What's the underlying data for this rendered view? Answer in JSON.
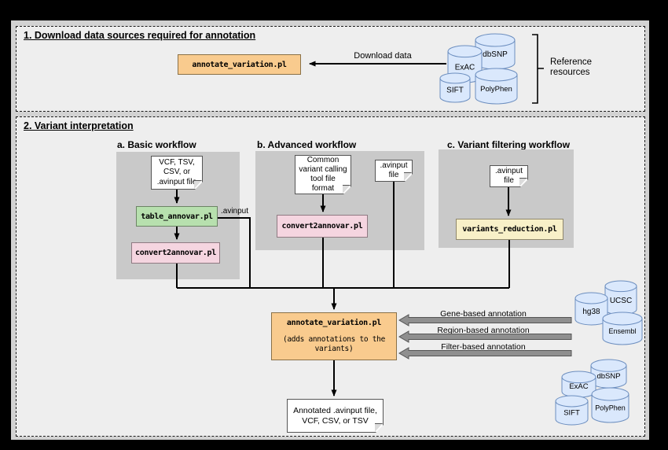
{
  "colors": {
    "tool_orange": "#f9cb8e",
    "tool_green": "#b7e0ae",
    "tool_pink": "#f5d5e0",
    "tool_yellow": "#f8f0c8",
    "database_blue": "#dae8fc",
    "database_stroke": "#6c8ebf",
    "workflow_gray": "#c9c9c9",
    "block_arrow_gray": "#8f8f8f"
  },
  "section1": {
    "heading": "1. Download data sources required for annotation",
    "tool": "annotate_variation.pl",
    "download_label": "Download data",
    "reference_label": [
      "Reference",
      "resources"
    ],
    "databases": [
      "ExAC",
      "dbSNP",
      "SIFT",
      "PolyPhen"
    ]
  },
  "section2": {
    "heading": "2. Variant interpretation",
    "workflow_a": {
      "heading": "a. Basic workflow",
      "input_doc": [
        "VCF, TSV,",
        "CSV, or",
        ".avinput file"
      ],
      "tool1": "table_annovar.pl",
      "edge_label": ".avinput",
      "tool2": "convert2annovar.pl"
    },
    "workflow_b": {
      "heading": "b. Advanced workflow",
      "input_doc": [
        "Common",
        "variant calling",
        "tool file",
        "format"
      ],
      "tool": "convert2annovar.pl",
      "avinput_doc": [
        ".avinput",
        "file"
      ]
    },
    "workflow_c": {
      "heading": "c. Variant filtering workflow",
      "input_doc": [
        ".avinput",
        "file"
      ],
      "tool": "variants_reduction.pl"
    },
    "annotate": {
      "tool": "annotate_variation.pl",
      "subtitle": [
        "(adds annotations to the",
        "variants)"
      ]
    },
    "annotations": [
      "Gene-based annotation",
      "Region-based annotation",
      "Filter-based annotation"
    ],
    "annotation_dbs": {
      "genome": [
        "hg38",
        "UCSC",
        "Ensembl"
      ],
      "filter": [
        "ExAC",
        "dbSNP",
        "SIFT",
        "PolyPhen"
      ]
    },
    "output_doc": [
      "Annotated .avinput file,",
      "VCF, CSV, or TSV"
    ]
  }
}
